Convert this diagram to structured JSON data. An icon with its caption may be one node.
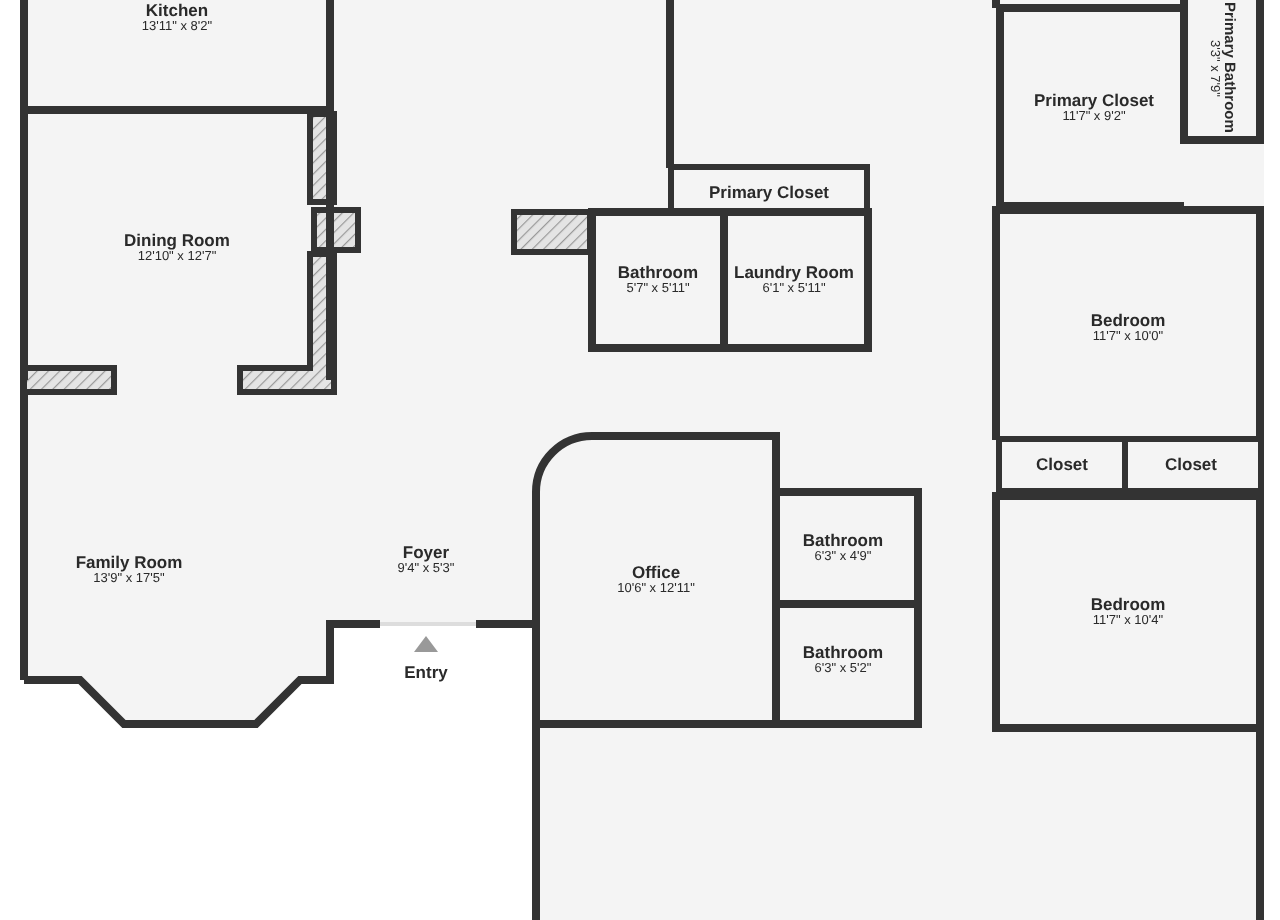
{
  "diagram": {
    "nodes": [
      {
        "text": [
          "Kitchen",
          "13'11\" x 8'2\""
        ]
      },
      {
        "text": [
          "Dining Room",
          "12'10\" x 12'7\""
        ]
      },
      {
        "text": [
          "Primary Closet"
        ]
      },
      {
        "text": [
          "Primary Closet",
          "11'7\" x 9'2\""
        ]
      },
      {
        "text": [
          "Primary Bathroom",
          "3'3\" x 7'9\""
        ]
      },
      {
        "text": [
          "Bathroom",
          "5'7\" x 5'11\""
        ]
      },
      {
        "text": [
          "Laundry Room",
          "6'1\" x 5'11\""
        ]
      },
      {
        "text": [
          "Bedroom",
          "11'7\" x 10'0\""
        ]
      },
      {
        "text": [
          "Closet"
        ]
      },
      {
        "text": [
          "Closet"
        ]
      },
      {
        "text": [
          "Family Room",
          "13'9\" x 17'5\""
        ]
      },
      {
        "text": [
          "Foyer",
          "9'4\" x 5'3\""
        ]
      },
      {
        "text": [
          "Office",
          "10'6\" x 12'11\""
        ]
      },
      {
        "text": [
          "Bathroom",
          "6'3\" x 4'9\""
        ]
      },
      {
        "text": [
          "Bedroom",
          "11'7\" x 10'4\""
        ]
      },
      {
        "text": [
          "Bathroom",
          "6'3\" x 5'2\""
        ]
      }
    ],
    "labels": [
      "Entry"
    ]
  }
}
